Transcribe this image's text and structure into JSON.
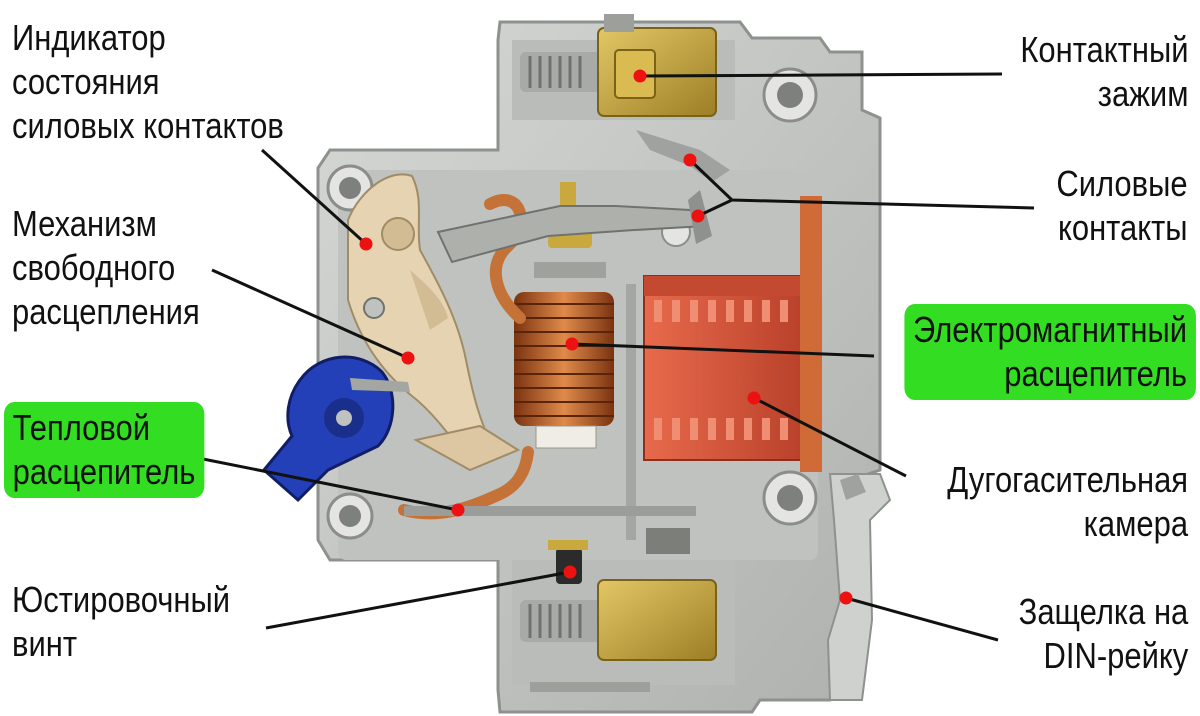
{
  "diagram": {
    "labels": [
      {
        "id": "status-indicator",
        "lines": [
          "Индикатор",
          "состояния",
          "силовых контактов"
        ],
        "highlight": false
      },
      {
        "id": "free-trip-mechanism",
        "lines": [
          "Механизм",
          "свободного",
          "расцепления"
        ],
        "highlight": false
      },
      {
        "id": "thermal-release",
        "lines": [
          "Тепловой",
          "расцепитель"
        ],
        "highlight": true
      },
      {
        "id": "adjusting-screw",
        "lines": [
          "Юстировочный",
          "винт"
        ],
        "highlight": false
      },
      {
        "id": "contact-clamp",
        "lines": [
          "Контактный",
          "зажим"
        ],
        "highlight": false
      },
      {
        "id": "power-contacts",
        "lines": [
          "Силовые",
          "контакты"
        ],
        "highlight": false
      },
      {
        "id": "electromagnetic-release",
        "lines": [
          "Электромагнитный",
          "расцепитель"
        ],
        "highlight": true
      },
      {
        "id": "arc-chute",
        "lines": [
          "Дугогасительная",
          "камера"
        ],
        "highlight": false
      },
      {
        "id": "din-rail-latch",
        "lines": [
          "Защелка на",
          "DIN-рейку"
        ],
        "highlight": false
      }
    ]
  },
  "colors": {
    "highlight": "#33dd22",
    "marker": "#ee1111",
    "leader": "#111111",
    "housing": "#c7c9c6",
    "housing_shadow": "#9a9d99",
    "brass": "#c9a93d",
    "copper": "#c0632a",
    "arc_chute": "#d8553b",
    "handle": "#2340b8",
    "plastic_beige": "#e6d3b1"
  },
  "icons": [
    "red-dot-marker"
  ]
}
